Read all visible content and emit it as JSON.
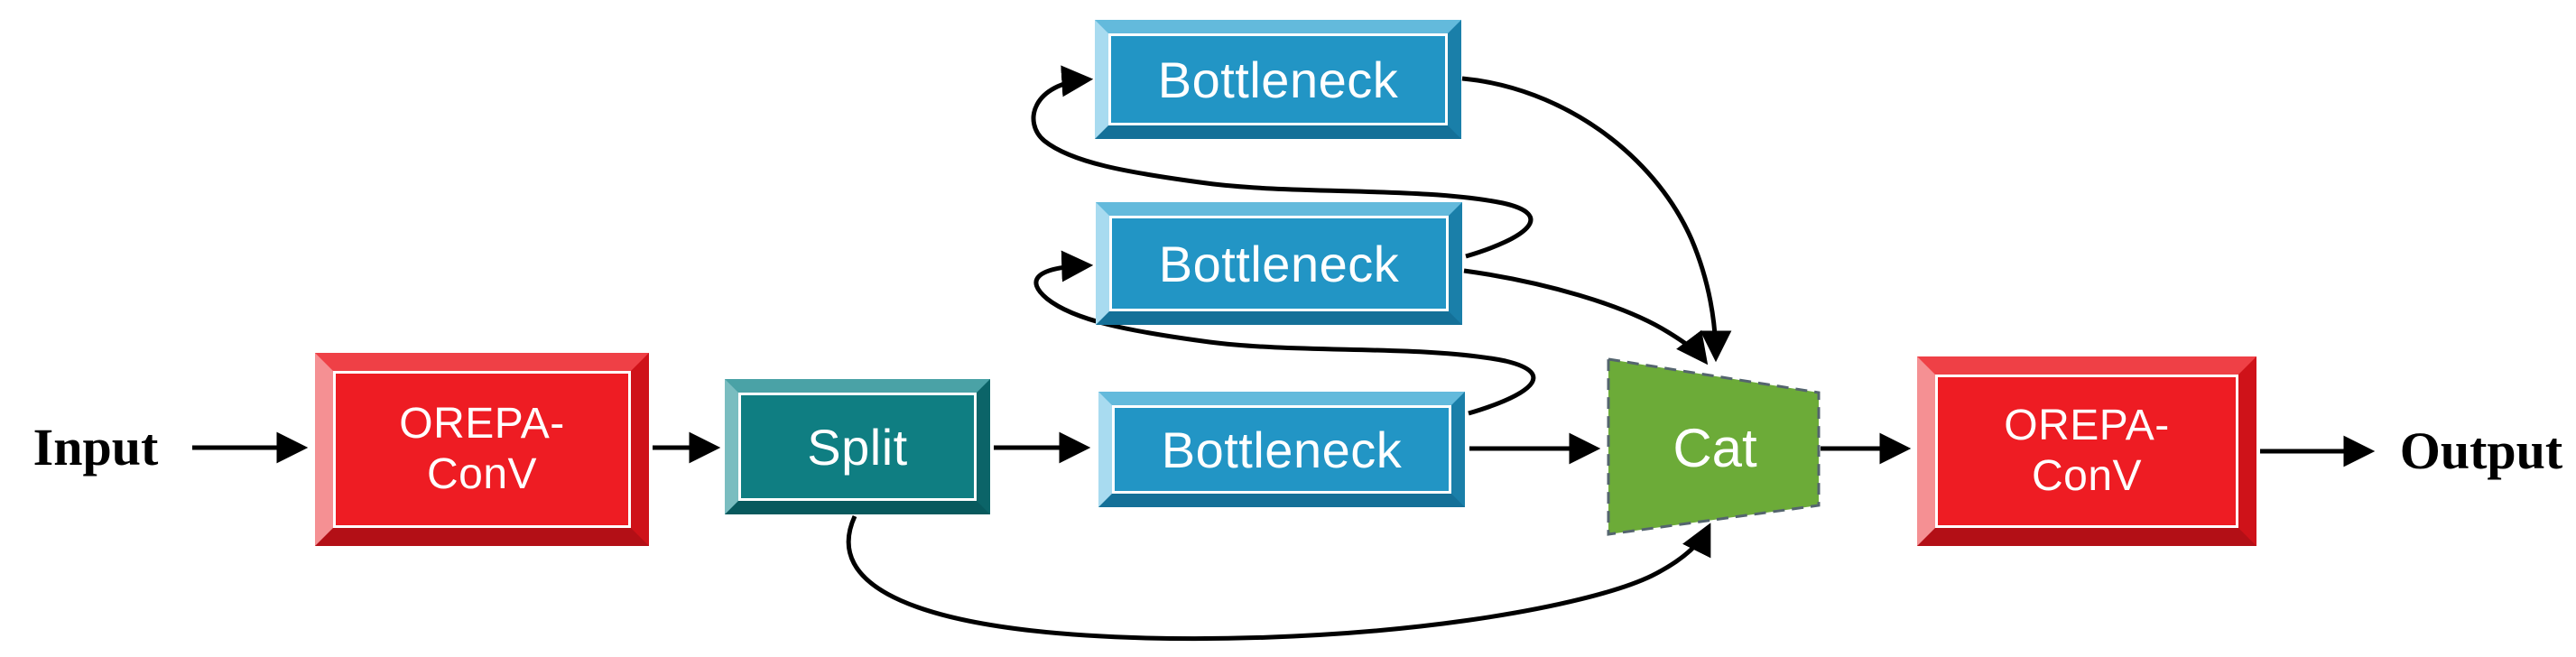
{
  "diagram": {
    "type": "architecture-block-diagram",
    "background": "#ffffff",
    "labels": {
      "input": "Input",
      "output": "Output"
    },
    "nodes": {
      "orepa_conv_in": {
        "label_line1": "OREPA-",
        "label_line2": "ConV",
        "fill": "#ee1c23",
        "shape": "beveled-box"
      },
      "split": {
        "label": "Split",
        "fill": "#0f7e82",
        "shape": "beveled-box"
      },
      "bottleneck_bottom": {
        "label": "Bottleneck",
        "fill": "#2295c5",
        "shape": "beveled-box"
      },
      "bottleneck_middle": {
        "label": "Bottleneck",
        "fill": "#2295c5",
        "shape": "beveled-box"
      },
      "bottleneck_top": {
        "label": "Bottleneck",
        "fill": "#2295c5",
        "shape": "beveled-box"
      },
      "cat": {
        "label": "Cat",
        "fill": "#6cab38",
        "shape": "dashed-trapezoid"
      },
      "orepa_conv_out": {
        "label_line1": "OREPA-",
        "label_line2": "ConV",
        "fill": "#ee1c23",
        "shape": "beveled-box"
      }
    },
    "edges": [
      {
        "from": "input",
        "to": "orepa_conv_in",
        "style": "straight-arrow"
      },
      {
        "from": "orepa_conv_in",
        "to": "split",
        "style": "straight-arrow"
      },
      {
        "from": "split",
        "to": "bottleneck_bottom",
        "style": "straight-arrow"
      },
      {
        "from": "bottleneck_bottom",
        "to": "bottleneck_middle",
        "style": "s-curve-arrow"
      },
      {
        "from": "bottleneck_middle",
        "to": "bottleneck_top",
        "style": "s-curve-arrow"
      },
      {
        "from": "bottleneck_bottom",
        "to": "cat",
        "style": "straight-arrow"
      },
      {
        "from": "bottleneck_middle",
        "to": "cat",
        "style": "curved-arrow"
      },
      {
        "from": "bottleneck_top",
        "to": "cat",
        "style": "curved-arrow"
      },
      {
        "from": "split",
        "to": "cat",
        "style": "bottom-bypass-curve"
      },
      {
        "from": "cat",
        "to": "orepa_conv_out",
        "style": "straight-arrow"
      },
      {
        "from": "orepa_conv_out",
        "to": "output",
        "style": "straight-arrow"
      }
    ],
    "palette": {
      "line": "#000000",
      "red_fill": "#ee1c23",
      "blue_fill": "#2295c5",
      "teal_fill": "#0f7e82",
      "green_fill": "#6cab38",
      "green_border": "#54646e",
      "label_text": "#ffffff",
      "io_text": "#000000"
    }
  }
}
